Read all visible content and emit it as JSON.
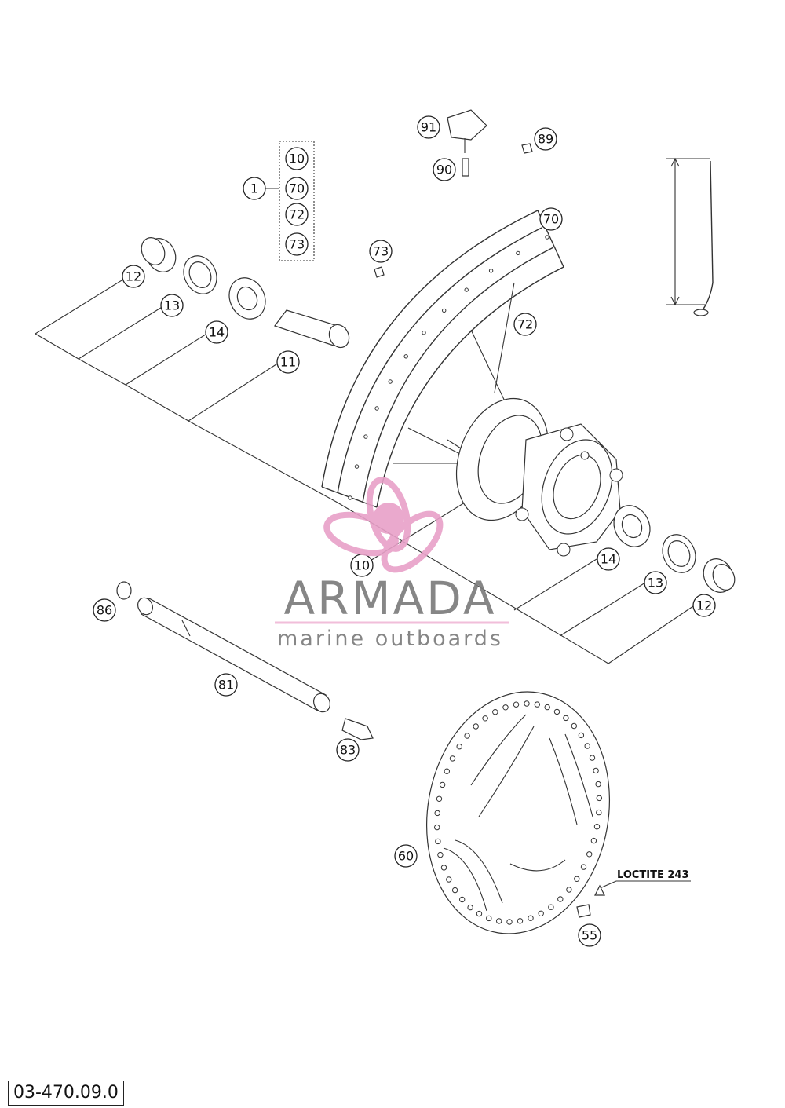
{
  "diagram": {
    "callouts": [
      "1",
      "10",
      "70",
      "72",
      "73",
      "91",
      "89",
      "90",
      "73",
      "70",
      "72",
      "12",
      "13",
      "14",
      "11",
      "10",
      "14",
      "13",
      "12",
      "86",
      "81",
      "83",
      "60",
      "55"
    ],
    "note": "LOCTITE 243",
    "drawing_code": "03-470.09.0"
  },
  "watermark": {
    "brand": "ARMADA",
    "tagline": "marine outboards",
    "colors": {
      "text": "#7a7a7a",
      "accent": "#e8a0c8",
      "line": "#f0b7d6"
    }
  }
}
